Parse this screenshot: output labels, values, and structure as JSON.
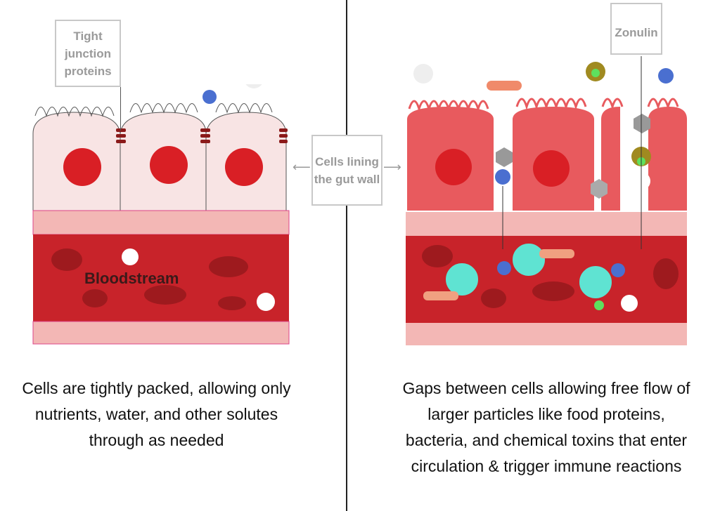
{
  "labels": {
    "tight_junction": "Tight junction proteins",
    "cells_lining": "Cells lining the gut wall",
    "zonulin": "Zonulin",
    "bloodstream": "Bloodstream"
  },
  "captions": {
    "left": "Cells are tightly packed, allowing only nutrients, water, and other solutes through as needed",
    "right": "Gaps between cells allowing free flow of larger particles like food proteins, bacteria, and chemical toxins that enter circulation & trigger immune reactions"
  },
  "colors": {
    "healthy_cell": "#f8e4e4",
    "leaky_cell": "#e85a5e",
    "nucleus": "#d91f25",
    "vessel": "#f3b7b5",
    "blood": "#c8232a",
    "immune": "#5fe3d2"
  }
}
